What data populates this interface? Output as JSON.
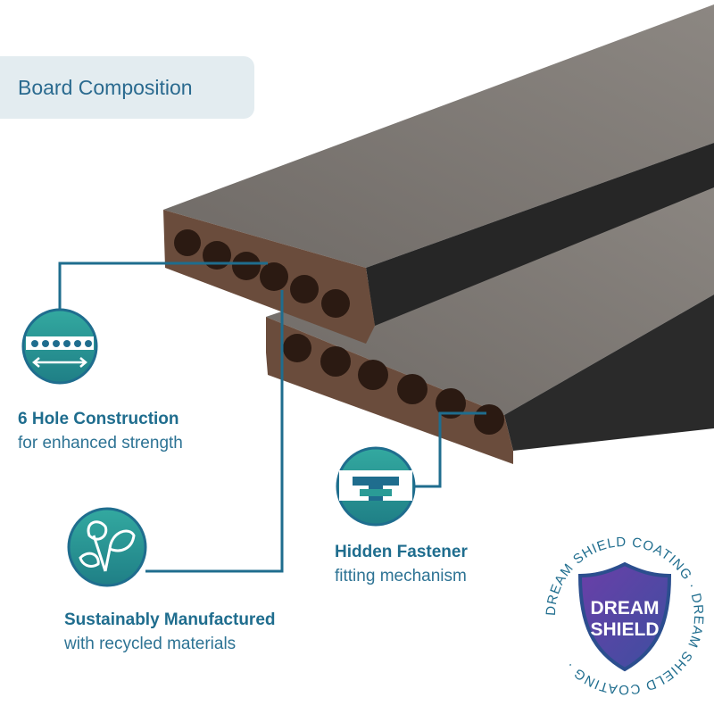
{
  "title": "Board Composition",
  "features": [
    {
      "title": "6 Hole Construction",
      "subtitle": "for enhanced strength",
      "icon": "six-hole-board-icon"
    },
    {
      "title": "Sustainably Manufactured",
      "subtitle": "with recycled materials",
      "icon": "leaves-icon"
    },
    {
      "title": "Hidden Fastener",
      "subtitle": "fitting mechanism",
      "icon": "fastener-clip-icon"
    }
  ],
  "badge": {
    "ring_text": "DREAM SHIELD COATING · DREAM SHIELD COATING · ",
    "line1": "DREAM",
    "line2": "SHIELD"
  },
  "colors": {
    "accent": "#1f6d8e",
    "icon_fill": "#2a9b96",
    "pill_bg": "#e3ecf0",
    "board": "#7d7772",
    "shield": "#5b3a9a"
  }
}
